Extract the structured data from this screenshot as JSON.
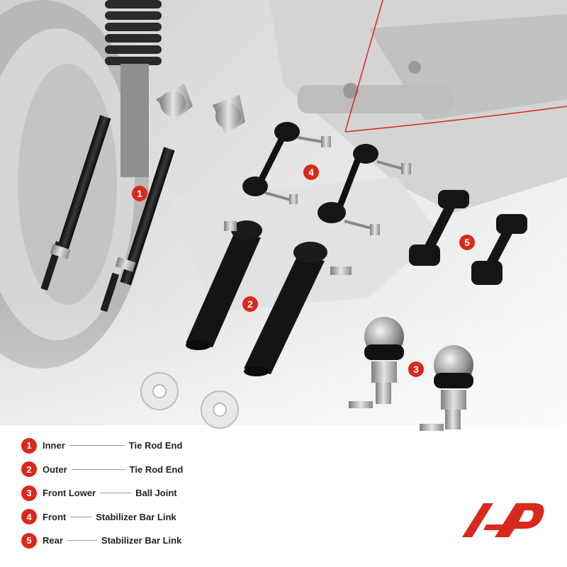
{
  "callouts": [
    {
      "number": "1",
      "label_a": "Inner",
      "label_b": "Tie Rod End"
    },
    {
      "number": "2",
      "label_a": "Outer",
      "label_b": "Tie Rod End"
    },
    {
      "number": "3",
      "label_a": "Front Lower",
      "label_b": "Ball Joint"
    },
    {
      "number": "4",
      "label_a": "Front",
      "label_b": "Stabilizer Bar Link"
    },
    {
      "number": "5",
      "label_a": "Rear",
      "label_b": "Stabilizer Bar Link"
    }
  ],
  "colors": {
    "accent": "#d9291c",
    "text": "#222222",
    "background": "#ffffff"
  },
  "logo": {
    "icon": "ap-brand-logo-icon"
  }
}
